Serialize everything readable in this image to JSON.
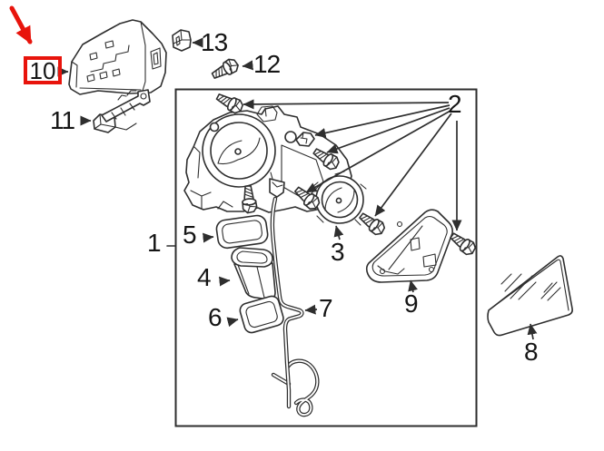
{
  "diagram": {
    "background_color": "#ffffff",
    "line_color": "#2e2e2e",
    "highlight_color": "#e8140c",
    "selected_part": "10",
    "callouts": {
      "c1": "1",
      "c2": "2",
      "c3": "3",
      "c4": "4",
      "c5": "5",
      "c6": "6",
      "c7": "7",
      "c8": "8",
      "c9": "9",
      "c10": "10",
      "c11": "11",
      "c12": "12",
      "c13": "13"
    }
  }
}
